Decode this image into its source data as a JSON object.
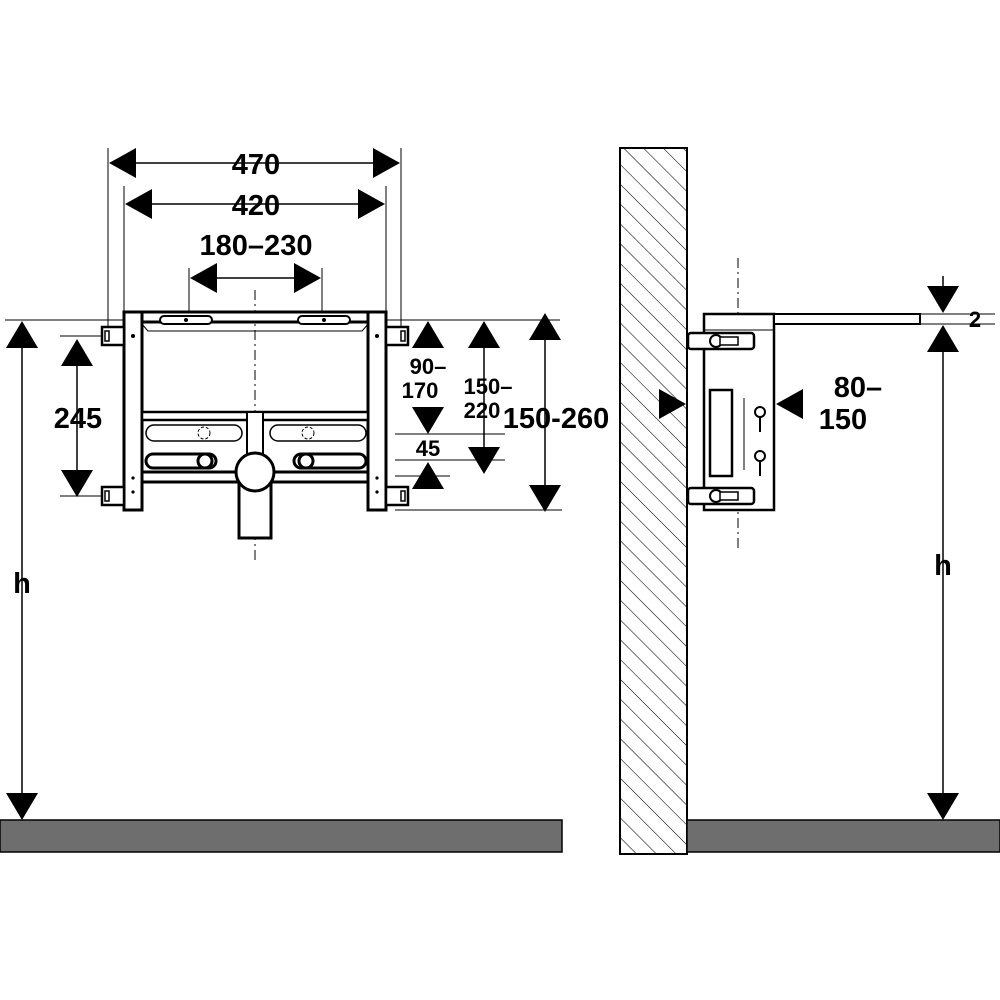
{
  "front_view": {
    "width_total": "470",
    "width_inner": "420",
    "bracket_spacing": "180–230",
    "height_left": "245",
    "dim_90_170": [
      "90–",
      "170"
    ],
    "dim_150_220": [
      "150–",
      "220"
    ],
    "dim_150_260": "150-260",
    "dim_45": "45",
    "height_h": "h"
  },
  "side_view": {
    "offset_2": "2",
    "depth_80_150": [
      "80–",
      "150"
    ],
    "height_h": "h"
  },
  "colors": {
    "line": "#000000",
    "floor": "#6e6e6e",
    "frame_fill": "#ffffff"
  }
}
